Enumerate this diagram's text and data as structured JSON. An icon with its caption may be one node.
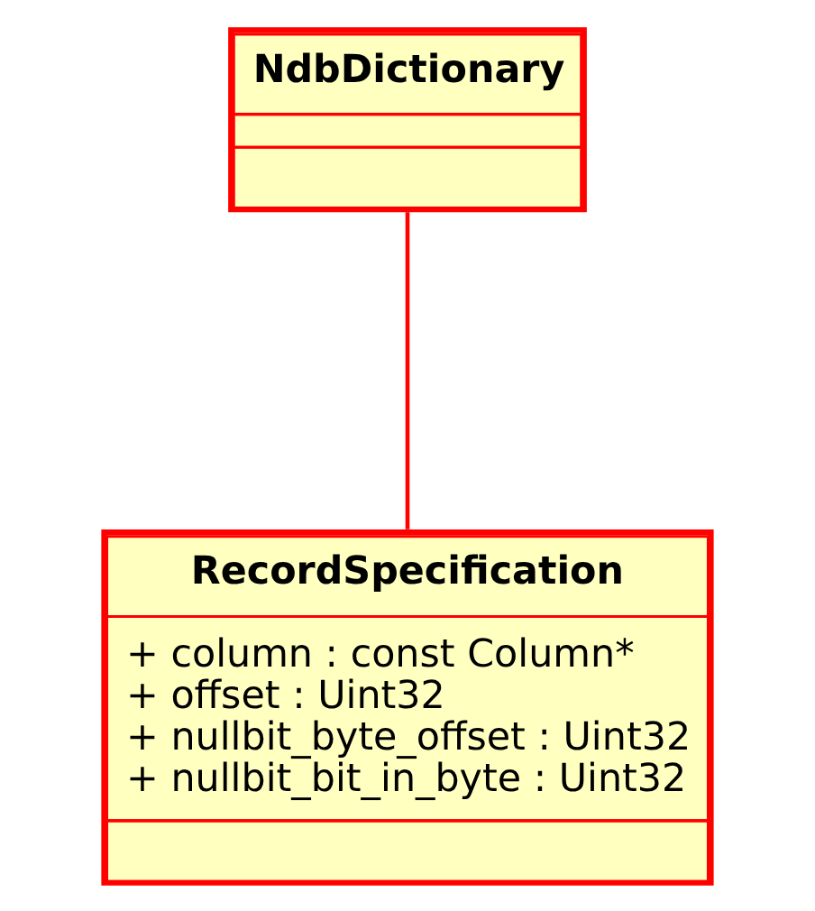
{
  "diagram": {
    "nodes": [
      {
        "text": [
          "NdbDictionary"
        ]
      },
      {
        "text": [
          "RecordSpecification",
          "+ column : const Column*",
          "+ offset : Uint32",
          "+ nullbit_byte_offset : Uint32",
          "+ nullbit_bit_in_byte : Uint32"
        ]
      }
    ],
    "edges": [
      {
        "from": 0,
        "to": 1,
        "arrow": "none"
      }
    ]
  }
}
